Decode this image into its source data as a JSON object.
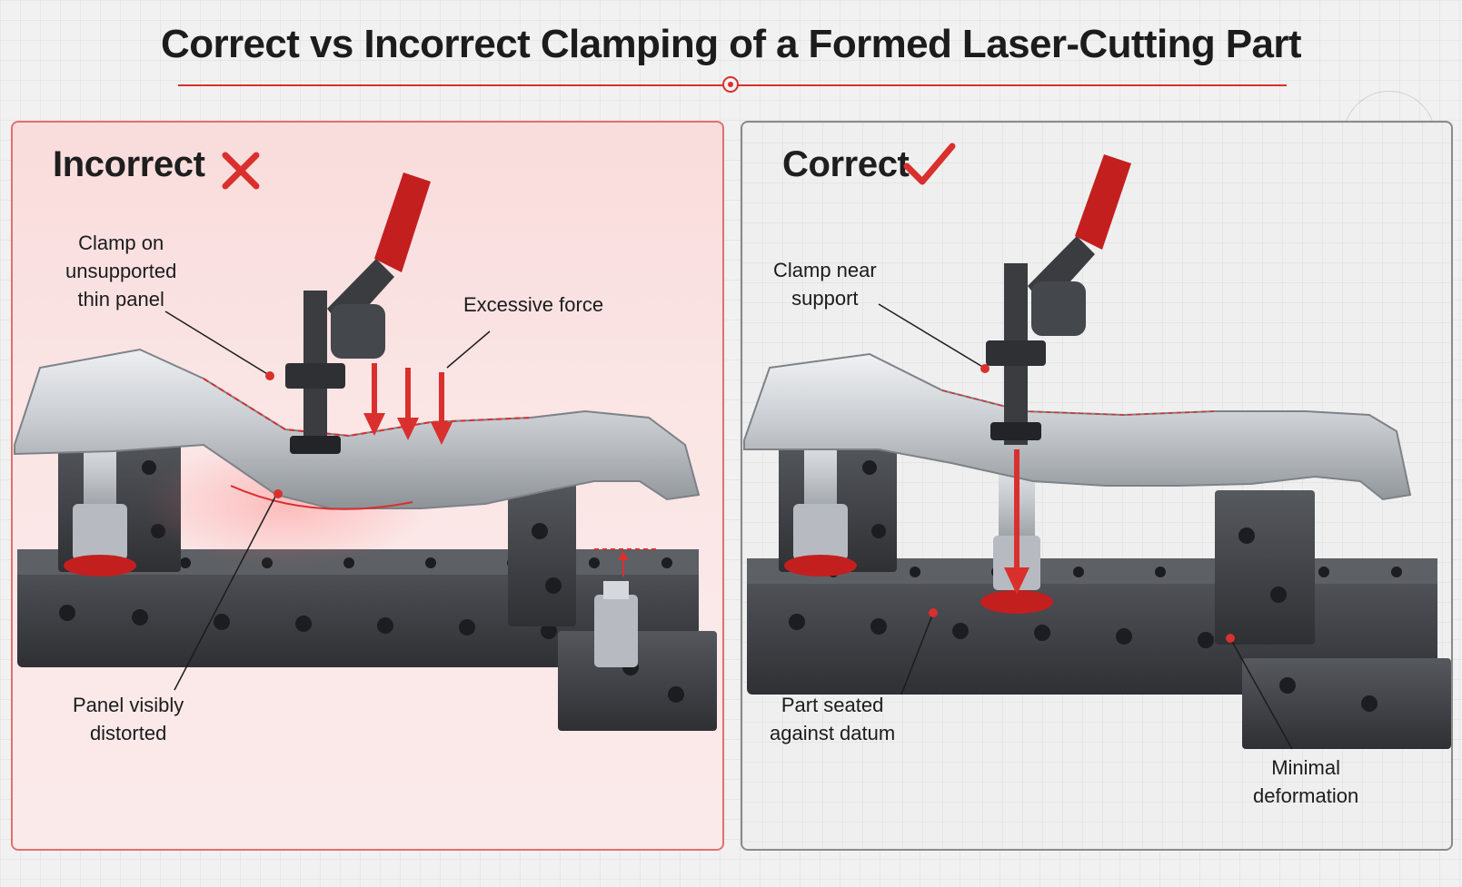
{
  "title": "Correct vs Incorrect Clamping of a Formed Laser-Cutting Part",
  "colors": {
    "accent": "#d9302e",
    "steel": "#c9cdd2",
    "block": "#3c3e42",
    "clamp_handle": "#c41f1f"
  },
  "incorrect": {
    "heading": "Incorrect",
    "icon": "cross-icon",
    "labels": {
      "clamp": [
        "Clamp on",
        "unsupported",
        "thin panel"
      ],
      "force": "Excessive force",
      "distorted": [
        "Panel visibly",
        "distorted"
      ]
    }
  },
  "correct": {
    "heading": "Correct",
    "icon": "check-icon",
    "labels": {
      "clamp": [
        "Clamp near",
        "support"
      ],
      "datum": [
        "Part seated",
        "against datum"
      ],
      "minimal": [
        "Minimal",
        "deformation"
      ]
    }
  }
}
